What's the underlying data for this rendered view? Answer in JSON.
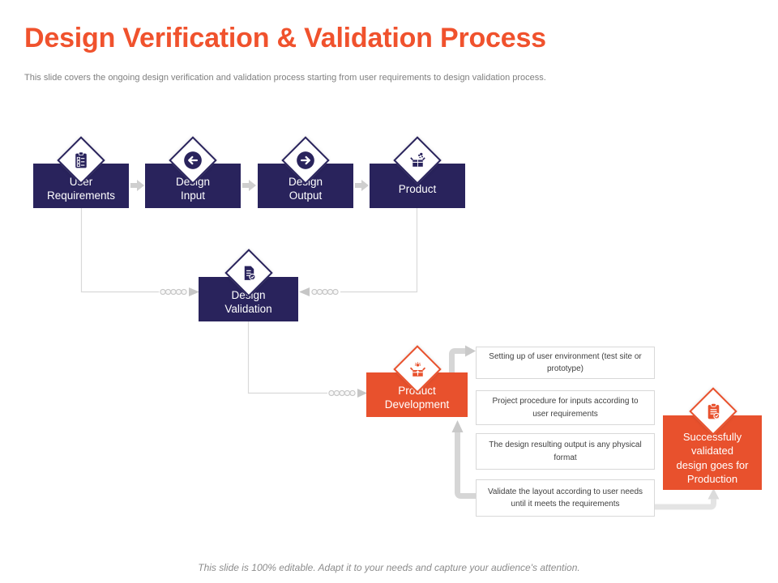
{
  "slide": {
    "title": "Design Verification & Validation Process",
    "subtitle": "This slide covers the ongoing design verification and validation process starting from user requirements to design validation process.",
    "footer": "This slide is 100% editable. Adapt it to your needs and capture your audience's attention."
  },
  "colors": {
    "navy": "#29235C",
    "orange": "#E8512D",
    "title_orange": "#F0522D",
    "connector_thin": "#D9D9D9",
    "connector_thick": "#D6D6D6"
  },
  "nodes": {
    "user_requirements": {
      "label": "User\nRequirements",
      "icon": "checklist-icon"
    },
    "design_input": {
      "label": "Design\nInput",
      "icon": "arrow-left-icon"
    },
    "design_output": {
      "label": "Design\nOutput",
      "icon": "arrow-right-icon"
    },
    "product": {
      "label": "Product",
      "icon": "product-box-icon"
    },
    "design_validation": {
      "label": "Design\nValidation",
      "icon": "document-check-icon"
    },
    "product_development": {
      "label": "Product\nDevelopment",
      "icon": "open-box-icon"
    },
    "production": {
      "label": "Successfully\nvalidated\ndesign goes for\nProduction",
      "icon": "clipboard-check-icon"
    }
  },
  "steps": [
    {
      "text": "Setting up of user environment (test site or prototype)"
    },
    {
      "text": "Project procedure for inputs according to user requirements"
    },
    {
      "text": "The design resulting output is any physical format"
    },
    {
      "text": "Validate the layout according to user needs until it meets the requirements"
    }
  ]
}
